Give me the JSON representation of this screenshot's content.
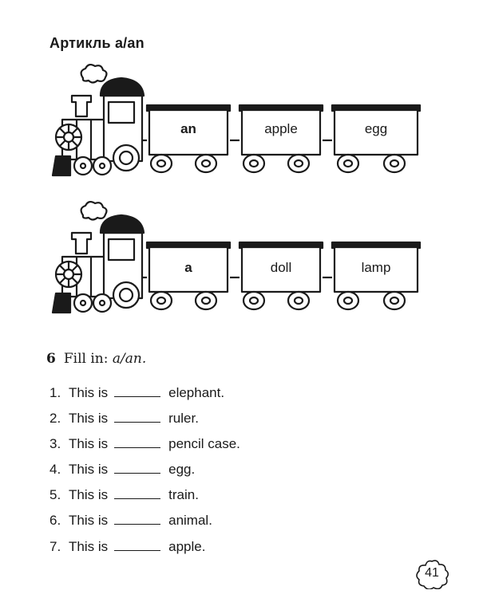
{
  "title": "Артикль a/an",
  "trains": [
    {
      "wagons": [
        "an",
        "apple",
        "egg"
      ]
    },
    {
      "wagons": [
        "a",
        "doll",
        "lamp"
      ]
    }
  ],
  "exercise": {
    "number": "6",
    "instruction": "Fill in: ",
    "instruction_italic": "a/an.",
    "items": [
      {
        "n": "1.",
        "prefix": "This is",
        "word": "elephant."
      },
      {
        "n": "2.",
        "prefix": "This is",
        "word": "ruler."
      },
      {
        "n": "3.",
        "prefix": "This is",
        "word": "pencil case."
      },
      {
        "n": "4.",
        "prefix": "This is",
        "word": "egg."
      },
      {
        "n": "5.",
        "prefix": "This is",
        "word": "train."
      },
      {
        "n": "6.",
        "prefix": "This is",
        "word": "animal."
      },
      {
        "n": "7.",
        "prefix": "This is",
        "word": "apple."
      }
    ]
  },
  "page_number": "41"
}
